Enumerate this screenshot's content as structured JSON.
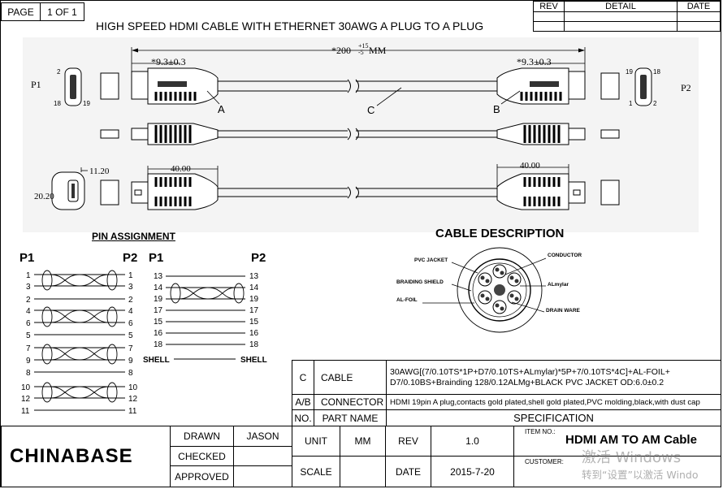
{
  "header": {
    "page_label": "PAGE",
    "page_value": "1 OF 1",
    "title": "HIGH SPEED HDMI CABLE WITH ETHERNET 30AWG A PLUG TO A PLUG",
    "rev_col": "REV",
    "detail_col": "DETAIL",
    "date_col": "DATE"
  },
  "drawing": {
    "p1": "P1",
    "p2": "P2",
    "length_dim": "*200",
    "length_tol_plus": "+15",
    "length_tol_minus": "-5",
    "length_unit": "MM",
    "plug_len_left": "*9.3±0.3",
    "plug_len_right": "*9.3±0.3",
    "label_a": "A",
    "label_b": "B",
    "label_c": "C",
    "pin_2": "2",
    "pin_1": "1",
    "pin_18": "18",
    "pin_19": "19",
    "dim_width": "11.20",
    "dim_height": "20.20",
    "dim_mold_left": "40.00",
    "dim_mold_right": "40.00"
  },
  "pin_assignment": {
    "title": "PIN ASSIGNMENT",
    "p1": "P1",
    "p2": "P2",
    "left_groups": [
      {
        "top": "1",
        "bottom": "3",
        "ground": "2"
      },
      {
        "top": "4",
        "bottom": "6",
        "ground": "5"
      },
      {
        "top": "7",
        "bottom": "9",
        "ground": "8"
      },
      {
        "top": "10",
        "bottom": "12",
        "ground": "11"
      }
    ],
    "right_rows": [
      "13",
      "14",
      "19",
      "17",
      "15",
      "16",
      "18"
    ],
    "shell": "SHELL"
  },
  "cable_description": {
    "title": "CABLE DESCRIPTION",
    "labels": {
      "pvc_jacket": "PVC JACKET",
      "braiding_shield": "BRAIDING SHIELD",
      "al_foil": "AL-FOIL",
      "conductor": "CONDUCTOR",
      "almylar": "ALmylar",
      "drain_ware": "DRAIN WARE"
    }
  },
  "spec_table": {
    "rows": [
      {
        "no": "C",
        "part": "CABLE",
        "spec": "30AWG[(7/0.10TS*1P+D7/0.10TS+ALmylar)*5P+7/0.10TS*4C]+AL-FOIL+ D7/0.10BS+Brainding 128/0.12ALMg+BLACK PVC JACKET   OD:6.0±0.2"
      },
      {
        "no": "A/B",
        "part": "CONNECTOR",
        "spec": "HDMI 19pin A plug,contacts gold plated,shell gold plated,PVC molding,black,with dust cap"
      }
    ],
    "header": {
      "no": "NO.",
      "part": "PART NAME",
      "spec": "SPECIFICATION"
    }
  },
  "title_block": {
    "company": "CHINABASE",
    "drawn_label": "DRAWN",
    "drawn_value": "JASON",
    "checked_label": "CHECKED",
    "approved_label": "APPROVED",
    "unit_label": "UNIT",
    "unit_value": "MM",
    "rev_label": "REV",
    "rev_value": "1.0",
    "scale_label": "SCALE",
    "date_label": "DATE",
    "date_value": "2015-7-20",
    "item_no_label": "ITEM NO.:",
    "item_no_value": "HDMI AM TO AM Cable",
    "customer_label": "CUSTOMER:"
  },
  "watermark": {
    "line1": "激活 Windows",
    "line2": "转到“设置”以激活 Windo"
  }
}
